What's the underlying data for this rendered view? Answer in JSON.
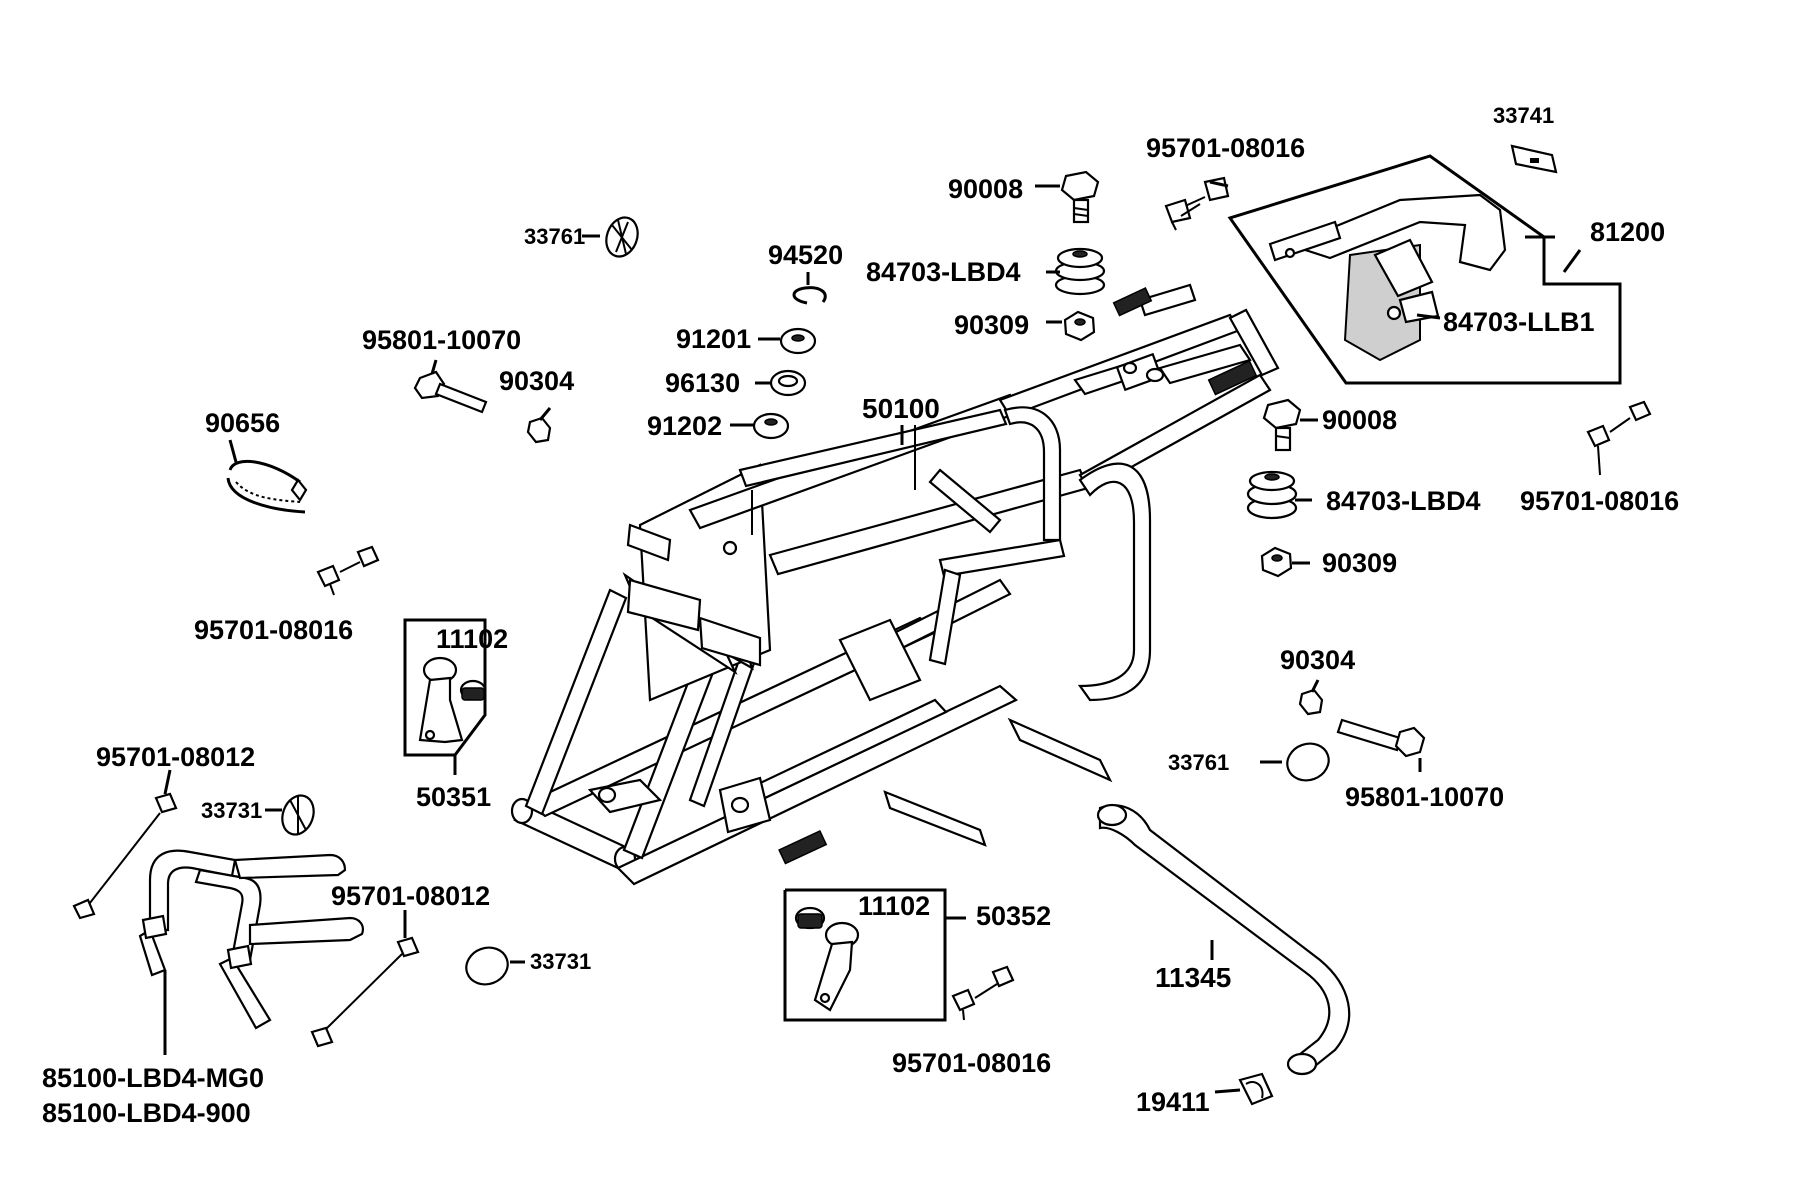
{
  "labels": {
    "p33741": "33741",
    "p95701_08016_a": "95701-08016",
    "p90008_a": "90008",
    "p81200": "81200",
    "p33761_a": "33761",
    "p94520": "94520",
    "p84703_lbd4_a": "84703-LBD4",
    "p84703_llb1": "84703-LLB1",
    "p90309_a": "90309",
    "p95801_10070_a": "95801-10070",
    "p91201": "91201",
    "p90304_a": "90304",
    "p96130": "96130",
    "p90656": "90656",
    "p91202": "91202",
    "p50100": "50100",
    "p90008_b": "90008",
    "p84703_lbd4_b": "84703-LBD4",
    "p95701_08016_b": "95701-08016",
    "p90309_b": "90309",
    "p95701_08016_c": "95701-08016",
    "p11102_a": "11102",
    "p90304_b": "90304",
    "p33761_b": "33761",
    "p95801_10070_b": "95801-10070",
    "p50351": "50351",
    "p95701_08012_a": "95701-08012",
    "p33731_a": "33731",
    "p95701_08012_b": "95701-08012",
    "p11102_b": "11102",
    "p50352": "50352",
    "p33731_b": "33731",
    "p11345": "11345",
    "p95701_08016_d": "95701-08016",
    "p85100_mg0": "85100-LBD4-MG0",
    "p85100_900": "85100-LBD4-900",
    "p19411": "19411"
  }
}
